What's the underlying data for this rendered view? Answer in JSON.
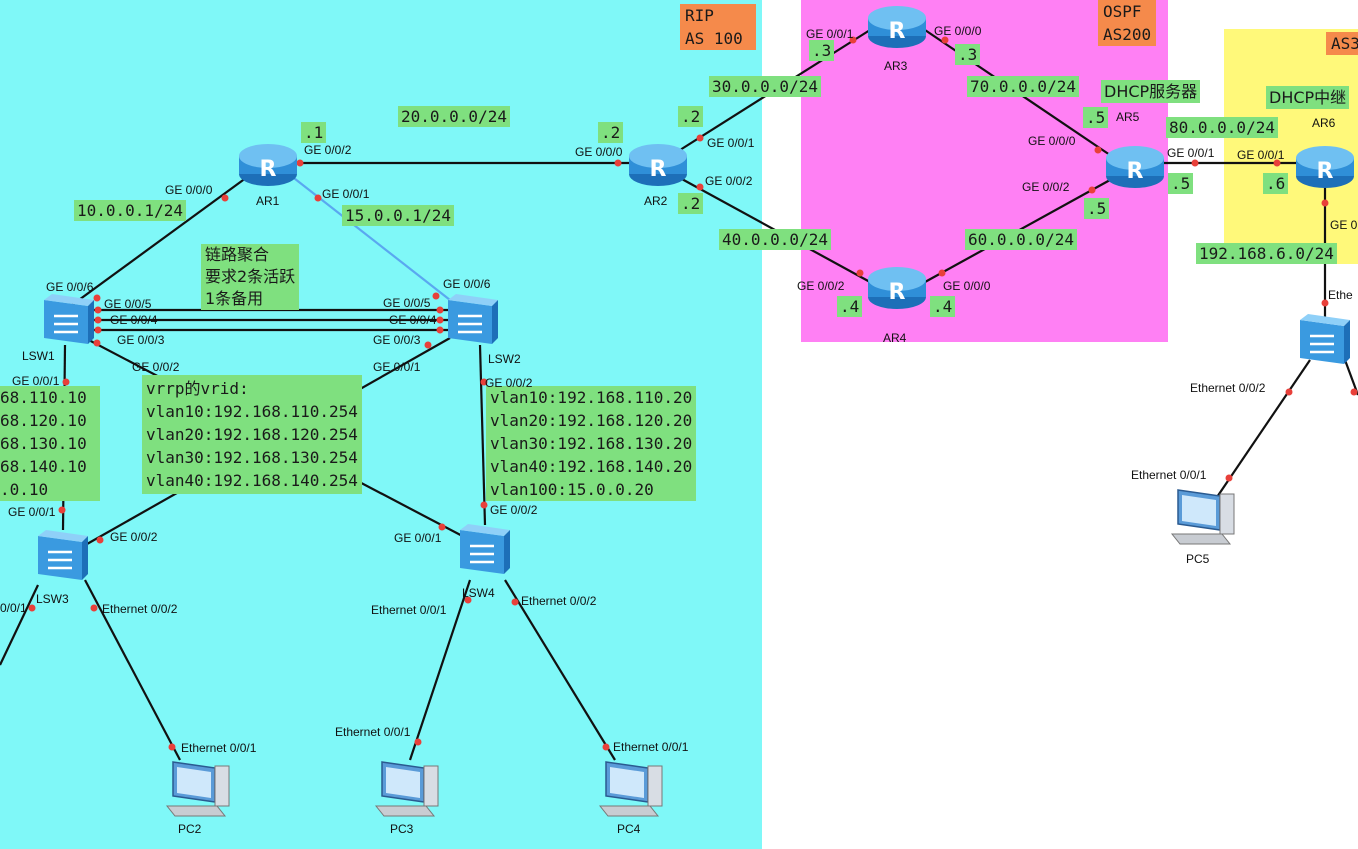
{
  "colors": {
    "rip_zone": "#7ff8f8",
    "ospf_zone": "#ff80f4",
    "as3_zone": "#fff97a",
    "note": "#7fe07f",
    "tag": "#f58a4b",
    "link": "#111111",
    "port_dot": "#e8403a",
    "blue_link": "#5aa8f0",
    "router": "#2f8fd8"
  },
  "zones": {
    "rip_label": "RIP\nAS 100",
    "ospf_label": "OSPF\nAS200",
    "as3_label": "AS3"
  },
  "devices": {
    "ar1": "AR1",
    "ar2": "AR2",
    "ar3": "AR3",
    "ar4": "AR4",
    "ar5": "AR5",
    "ar6": "AR6",
    "lsw1": "LSW1",
    "lsw2": "LSW2",
    "lsw3": "LSW3",
    "lsw4": "LSW4",
    "pc2": "PC2",
    "pc3": "PC3",
    "pc4": "PC4",
    "pc5": "PC5"
  },
  "networks": {
    "n10": "10.0.0.1/24",
    "n15": "15.0.0.1/24",
    "n20": "20.0.0.0/24",
    "n30": "30.0.0.0/24",
    "n40": "40.0.0.0/24",
    "n60": "60.0.0.0/24",
    "n70": "70.0.0.0/24",
    "n80": "80.0.0.0/24",
    "n192": "192.168.6.0/24"
  },
  "hosts": {
    "ar1_1": ".1",
    "ar2_2a": ".2",
    "ar2_2b": ".2",
    "ar2_2c": ".2",
    "ar3_3a": ".3",
    "ar3_3b": ".3",
    "ar4_4a": ".4",
    "ar4_4b": ".4",
    "ar5_5a": ".5",
    "ar5_5b": ".5",
    "ar5_5c": ".5",
    "ar6_6": ".6"
  },
  "notes": {
    "link_agg": "链路聚合\n要求2条活跃\n1条备用",
    "vrrp": "vrrp的vrid:\nvlan10:192.168.110.254\nvlan20:192.168.120.254\nvlan30:192.168.130.254\nvlan40:192.168.140.254",
    "lsw1_ips": "68.110.10\n68.120.10\n68.130.10\n68.140.10\n.0.10",
    "lsw2_ips": "vlan10:192.168.110.20\nvlan20:192.168.120.20\nvlan30:192.168.130.20\nvlan40:192.168.140.20\nvlan100:15.0.0.20",
    "dhcp_server": "DHCP服务器",
    "dhcp_relay": "DHCP中继"
  },
  "ports": {
    "ar1_g000": "GE 0/0/0",
    "ar1_g002": "GE 0/0/2",
    "ar1_g001": "GE 0/0/1",
    "ar2_g000": "GE 0/0/0",
    "ar2_g001": "GE 0/0/1",
    "ar2_g002": "GE 0/0/2",
    "ar3_g001": "GE 0/0/1",
    "ar3_g000": "GE 0/0/0",
    "ar4_g002": "GE 0/0/2",
    "ar4_g000": "GE 0/0/0",
    "ar5_g000": "GE 0/0/0",
    "ar5_g002": "GE 0/0/2",
    "ar5_g001": "GE 0/0/1",
    "ar6_g001": "GE 0/0/1",
    "ar6_g0x": "GE 0",
    "lsw1_g006": "GE 0/0/6",
    "lsw1_g005": "GE 0/0/5",
    "lsw1_g004": "GE 0/0/4",
    "lsw1_g003": "GE 0/0/3",
    "lsw1_g002": "GE 0/0/2",
    "lsw1_g001": "GE 0/0/1",
    "lsw2_g006": "GE 0/0/6",
    "lsw2_g005": "GE 0/0/5",
    "lsw2_g004": "GE 0/0/4",
    "lsw2_g003": "GE 0/0/3",
    "lsw2_g001": "GE 0/0/1",
    "lsw2_g002": "GE 0/0/2",
    "lsw3_g001": "GE 0/0/1",
    "lsw3_g002": "GE 0/0/2",
    "lsw3_e001": "0/0/1",
    "lsw3_e002": "Ethernet 0/0/2",
    "lsw4_g001": "GE 0/0/1",
    "lsw4_g002": "GE 0/0/2",
    "lsw4_e001": "Ethernet 0/0/1",
    "lsw4_e002": "Ethernet 0/0/2",
    "pc2_e": "Ethernet 0/0/1",
    "pc3_e": "Ethernet 0/0/1",
    "pc4_e": "Ethernet 0/0/1",
    "sw6_e002": "Ethernet 0/0/2",
    "sw6_eth": "Ethe",
    "pc5_e": "Ethernet 0/0/1"
  }
}
